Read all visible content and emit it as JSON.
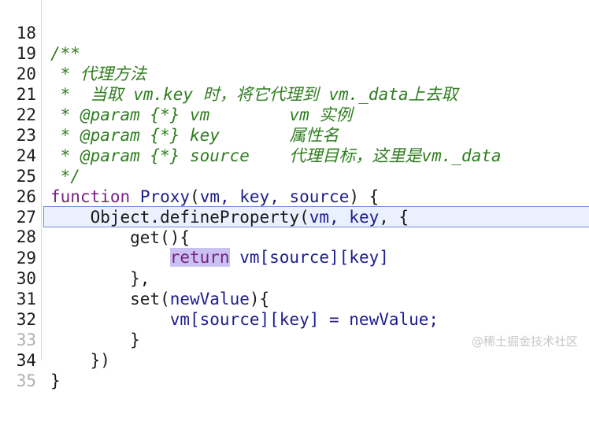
{
  "editor": {
    "lines": [
      {
        "num": "18",
        "text": "/**"
      },
      {
        "num": "19",
        "text": " * 代理方法"
      },
      {
        "num": "20",
        "text": " *  当取 vm.key 时，将它代理到 vm._data上去取"
      },
      {
        "num": "21",
        "text": " * @param {*} vm        vm 实例"
      },
      {
        "num": "22",
        "text": " * @param {*} key       属性名"
      },
      {
        "num": "23",
        "text": " * @param {*} source    代理目标，这里是vm._data"
      },
      {
        "num": "24",
        "text": " */"
      },
      {
        "num": "25",
        "kw": "function",
        "name": "Proxy",
        "open": "(",
        "params": "vm, key, source",
        "close": ") {"
      },
      {
        "num": "26",
        "text": "    Object.defineProperty(",
        "args": "vm, key",
        "tail": ", {"
      },
      {
        "num": "27",
        "text": "        get(){"
      },
      {
        "num": "28",
        "indent": "            ",
        "kw": "return",
        "rest": " vm[source][key]"
      },
      {
        "num": "29",
        "text": "        },"
      },
      {
        "num": "30",
        "text": "        set(",
        "param": "newValue",
        "tail": "){"
      },
      {
        "num": "31",
        "text": "            vm[source][key] = newValue;"
      },
      {
        "num": "32",
        "text": "        }"
      },
      {
        "num": "33",
        "text": "    })"
      },
      {
        "num": "34",
        "text": "}"
      },
      {
        "num": "35",
        "text": ""
      }
    ]
  },
  "watermark": "@稀土掘金技术社区",
  "colors": {
    "comment": "#2e7d1e",
    "keyword": "#7a1f85",
    "identifier": "#1d1d8f",
    "current_line_border": "#6f8fd8"
  }
}
